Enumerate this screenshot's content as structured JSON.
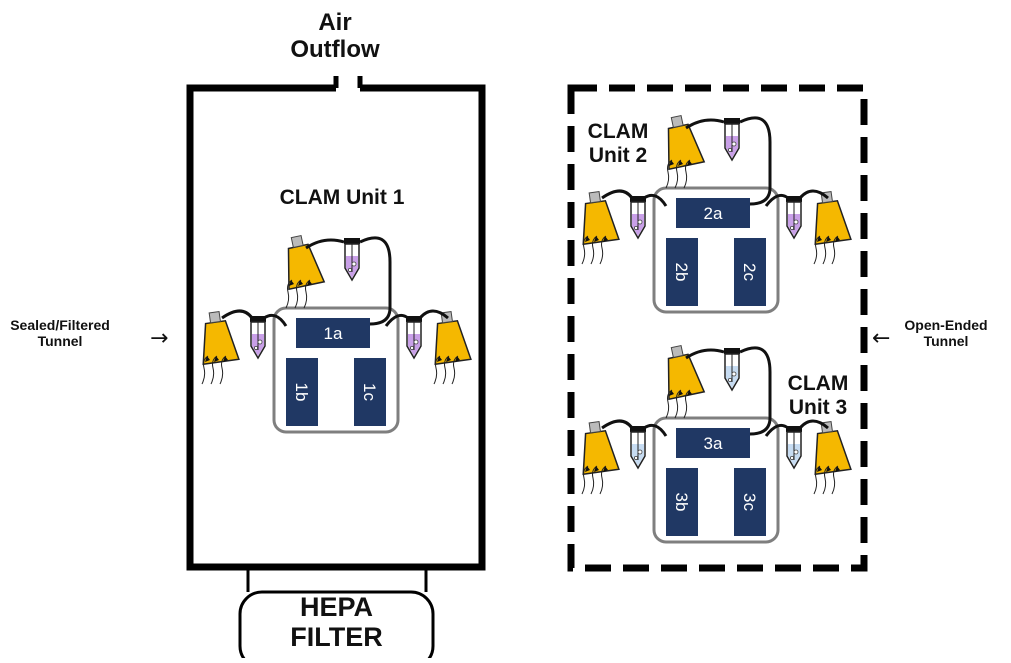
{
  "labels": {
    "air_outflow": "Air\nOutflow",
    "hepa_filter": "HEPA\nFILTER",
    "sealed_tunnel": "Sealed/Filtered\nTunnel",
    "open_tunnel": "Open-Ended\nTunnel",
    "unit1": "CLAM Unit 1",
    "unit2": "CLAM\nUnit 2",
    "unit3": "CLAM\nUnit 3"
  },
  "units": [
    {
      "id": "1",
      "chambers": [
        "1a",
        "1b",
        "1c"
      ],
      "tube_liquid_color": "#c9a0e8"
    },
    {
      "id": "2",
      "chambers": [
        "2a",
        "2b",
        "2c"
      ],
      "tube_liquid_color": "#c9a0e8"
    },
    {
      "id": "3",
      "chambers": [
        "3a",
        "3b",
        "3c"
      ],
      "tube_liquid_color": "#c7dcf2"
    }
  ],
  "arrows": {
    "sealed": "→",
    "open": "←"
  },
  "colors": {
    "chamber": "#203864",
    "chamber_text": "#ffffff",
    "bottle": "#f5b800",
    "frame": "#000000",
    "cage": "#7f7f7f"
  }
}
